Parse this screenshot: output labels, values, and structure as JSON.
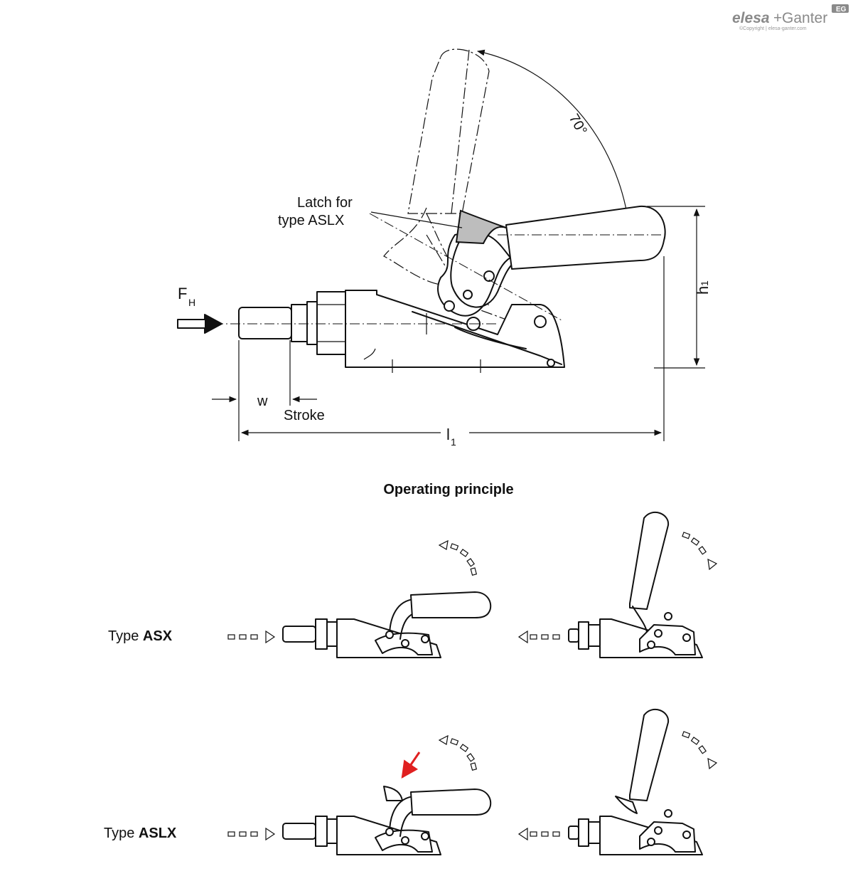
{
  "logo": {
    "brand_a": "elesa",
    "brand_plus": "+",
    "brand_b": "Ganter",
    "badge": "EG",
    "copyright": "©Copyright | elesa-ganter.com"
  },
  "main_drawing": {
    "latch_label_line1": "Latch  for",
    "latch_label_line2": "type ASLX",
    "angle_label": "70°",
    "force_label": "F",
    "force_sub": "H",
    "height_label": "h",
    "height_sub": "1",
    "length_label": "l",
    "length_sub": "1",
    "w_label": "w",
    "stroke_label": "Stroke"
  },
  "operating": {
    "title": "Operating principle",
    "rows": [
      {
        "prefix": "Type ",
        "name": "ASX"
      },
      {
        "prefix": "Type ",
        "name": "ASLX"
      }
    ]
  },
  "colors": {
    "line": "#111111",
    "latch_fill": "#bdbdbd",
    "highlight_arrow": "#e02020",
    "logo_grey": "#8a8a8a"
  }
}
